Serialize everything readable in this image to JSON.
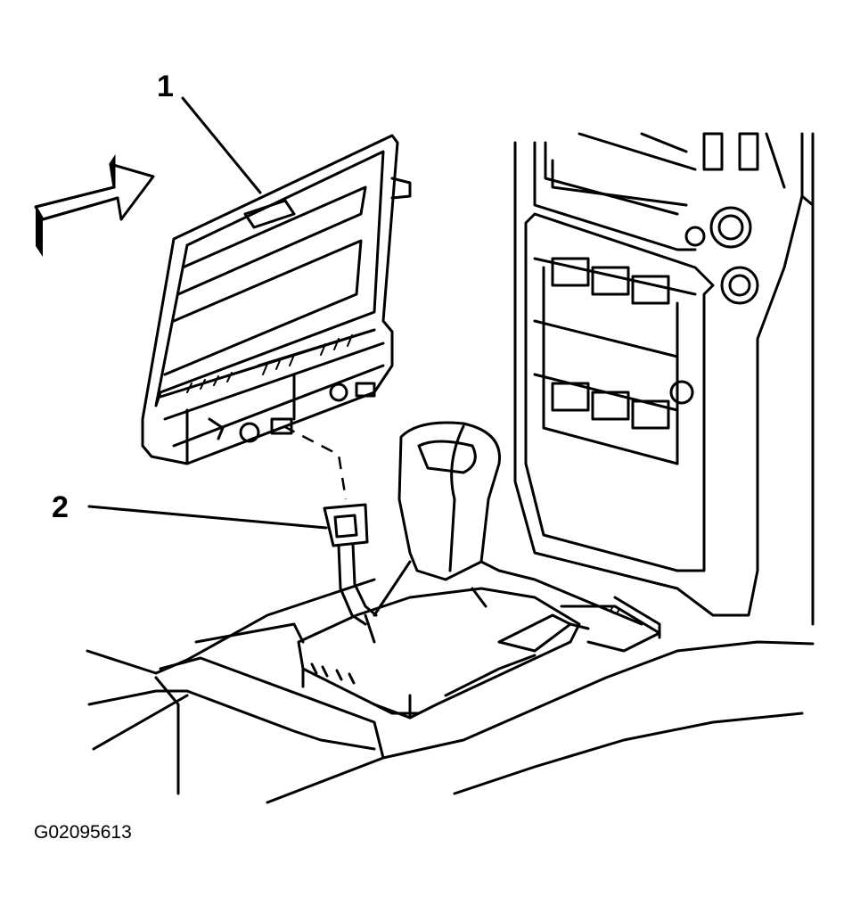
{
  "callouts": [
    {
      "number": "1",
      "target": "radio-control-assembly"
    },
    {
      "number": "2",
      "target": "electrical-connector"
    }
  ],
  "figure_id": "G02095613",
  "icons": {
    "direction_arrow": "removal-direction-arrow-icon"
  },
  "colors": {
    "line": "#000000",
    "background": "#ffffff"
  }
}
